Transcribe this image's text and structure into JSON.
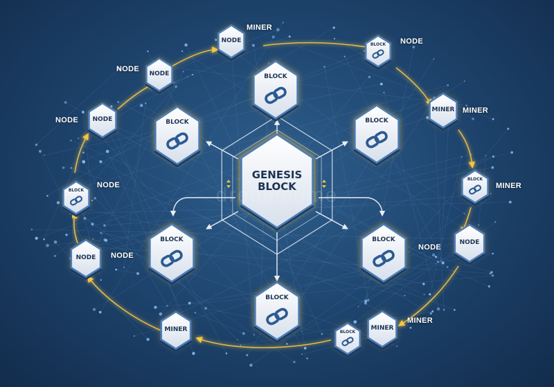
{
  "diagram": {
    "center": {
      "line1": "GENESIS",
      "line2": "BLOCK"
    },
    "inner_blocks": [
      {
        "id": "top",
        "label": "BLOCK"
      },
      {
        "id": "upper-left",
        "label": "BLOCK"
      },
      {
        "id": "upper-right",
        "label": "BLOCK"
      },
      {
        "id": "lower-left",
        "label": "BLOCK"
      },
      {
        "id": "lower-right",
        "label": "BLOCK"
      },
      {
        "id": "bottom",
        "label": "BLOCK"
      }
    ],
    "ring_nodes": [
      {
        "id": "n1",
        "inner": "NODE",
        "side": "MINER"
      },
      {
        "id": "n2",
        "inner": "NODE",
        "side": "NODE"
      },
      {
        "id": "n3",
        "inner": "NODE",
        "side": "NODE"
      },
      {
        "id": "n4",
        "inner": "BLOCK",
        "side": "NODE"
      },
      {
        "id": "n5",
        "inner": "NODE",
        "side": "NODE"
      },
      {
        "id": "n6",
        "inner": "MINER",
        "side": ""
      },
      {
        "id": "n7",
        "inner": "BLOCK",
        "side": ""
      },
      {
        "id": "n8",
        "inner": "MINER",
        "side": "MINER"
      },
      {
        "id": "n9",
        "inner": "NODE",
        "side": "NODE"
      },
      {
        "id": "n10",
        "inner": "BLOCK",
        "side": "MINER"
      },
      {
        "id": "n11",
        "inner": "MINER",
        "side": "MINER"
      },
      {
        "id": "n12",
        "inner": "BLOCK",
        "side": "NODE"
      }
    ],
    "watermark": "dreamstime"
  },
  "colors": {
    "background": "#1f4670",
    "hex_face": "#eef2f7",
    "hex_border": "#4f7db5",
    "glow": "#f5c542",
    "chain_icon": "#2c5a92",
    "line": "#e8eef6"
  }
}
